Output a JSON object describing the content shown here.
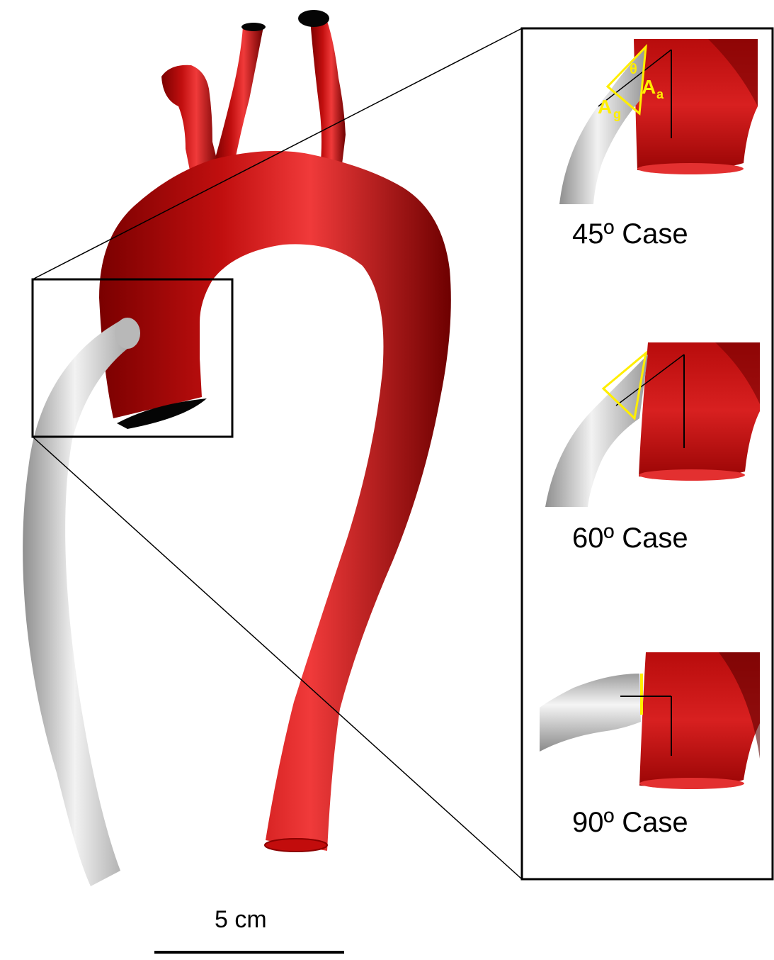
{
  "panels": [
    {
      "label": "45º Case"
    },
    {
      "label": "60º Case"
    },
    {
      "label": "90º Case"
    }
  ],
  "annotations": {
    "theta": "θ",
    "area_aorta_main": "A",
    "area_aorta_sub": "a",
    "area_graft_main": "A",
    "area_graft_sub": "g"
  },
  "scale_bar": {
    "label": "5 cm"
  },
  "colors": {
    "aorta": "#c00d0d",
    "aorta_highlight": "#ff4a4a",
    "aorta_shadow": "#6e0000",
    "graft": "#a8a8a8",
    "graft_highlight": "#f4f4f4",
    "annotation": "#ffee00",
    "outline": "#000000"
  }
}
